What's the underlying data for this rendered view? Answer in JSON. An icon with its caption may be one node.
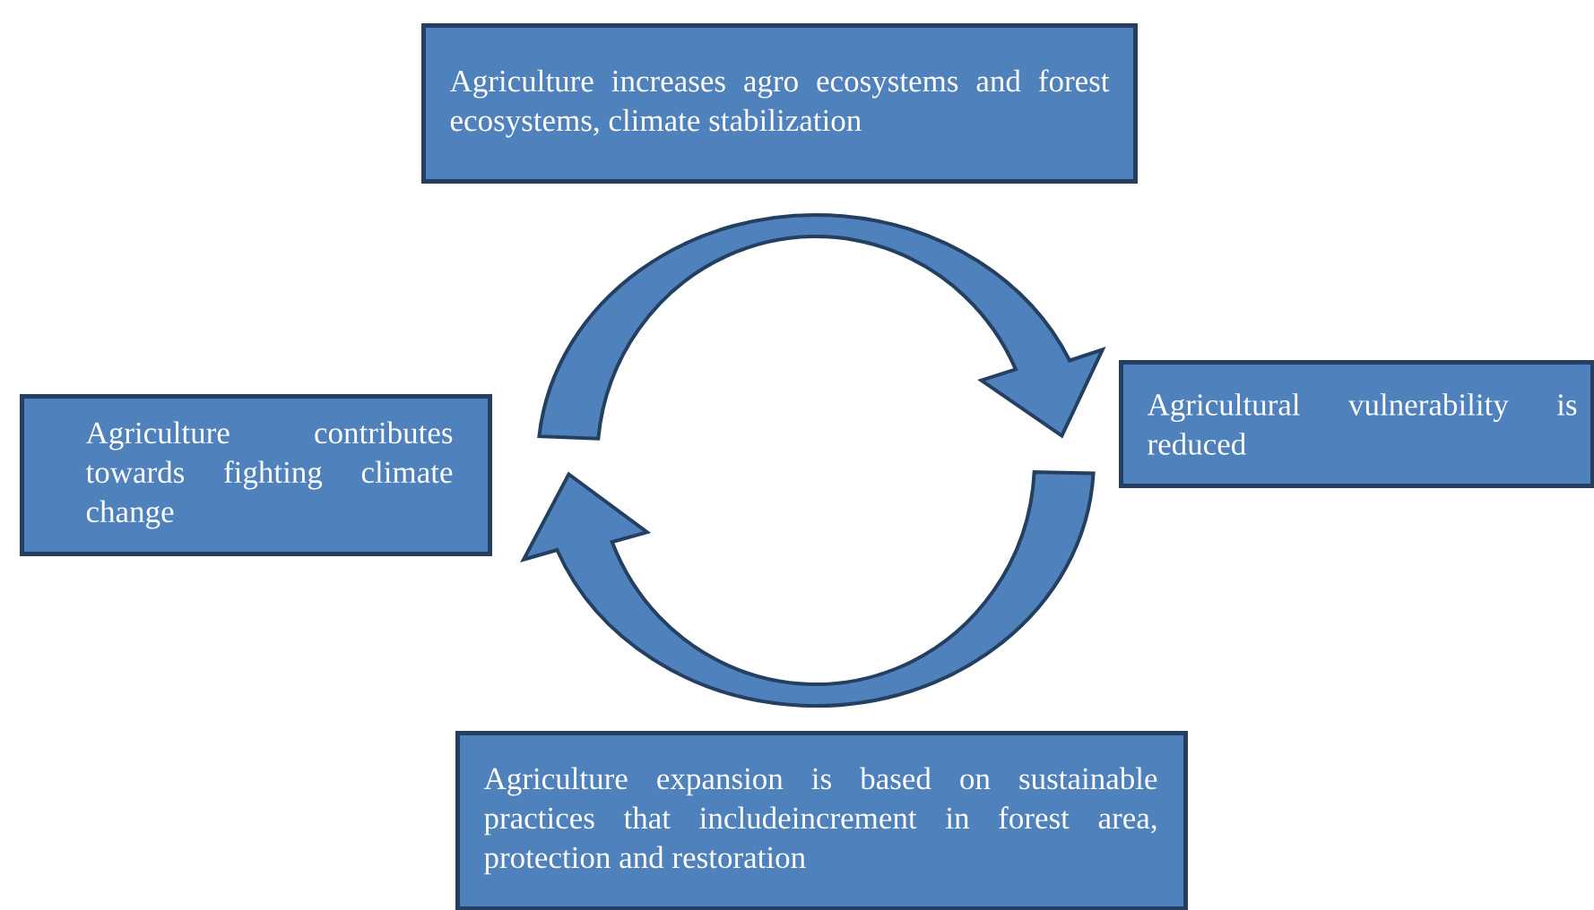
{
  "diagram": {
    "nodes": [
      {
        "text": [
          "Agriculture increases agro ecosystems and forest ecosystems, climate stabilization"
        ]
      },
      {
        "text": [
          "Agriculture contributes towards fighting climate change"
        ]
      },
      {
        "text": [
          "Agricultural vulnerability is reduced"
        ]
      },
      {
        "text": [
          "Agriculture expansion is based on sustainable practices that includeincrement in forest area, protection and restoration"
        ]
      }
    ],
    "edges": [
      {
        "from": 1,
        "to": 2,
        "arrow": "to"
      },
      {
        "from": 2,
        "to": 1,
        "arrow": "to"
      }
    ]
  }
}
